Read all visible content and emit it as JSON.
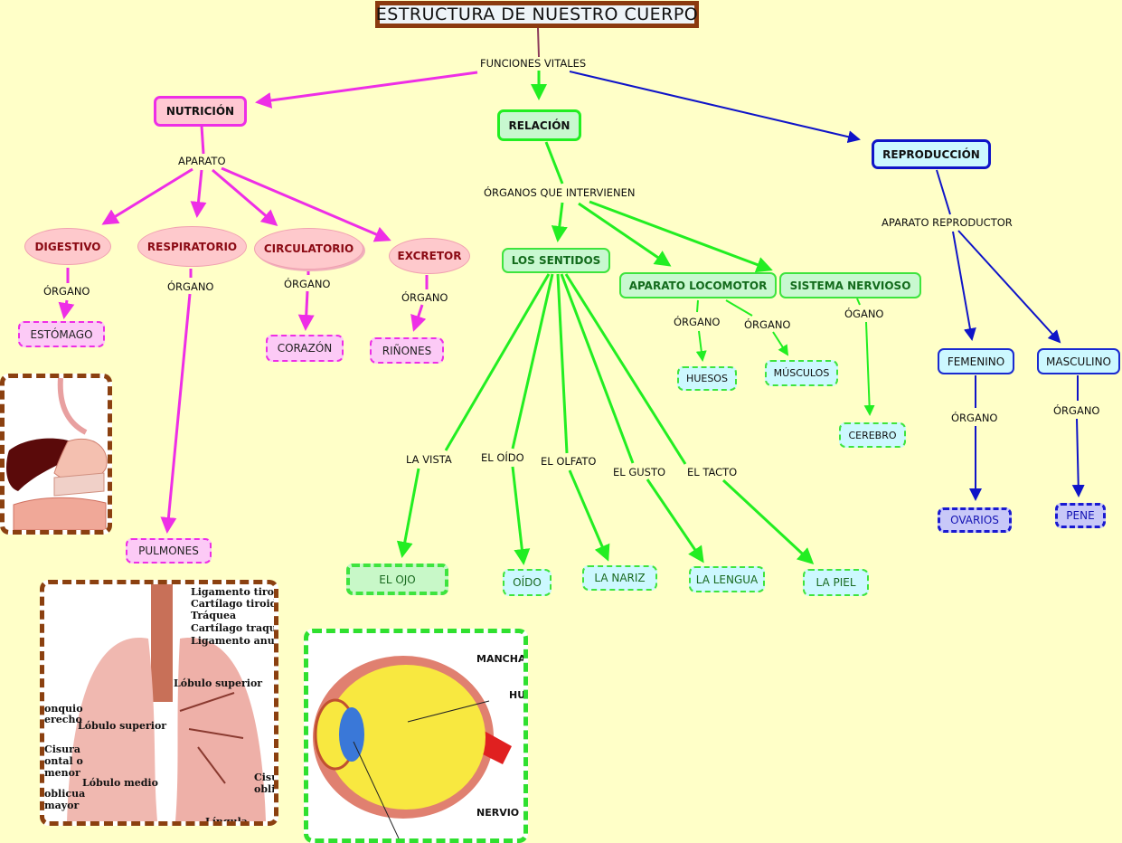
{
  "title": "ESTRUCTURA DE NUESTRO CUERPO",
  "root_link": "FUNCIONES VITALES",
  "colors": {
    "background": "#ffffc8",
    "nutricion": "#ee2ee6",
    "relacion": "#22ee22",
    "reproduccion": "#0f14c8",
    "title_border": "#8b3a0f"
  },
  "nutricion": {
    "label": "NUTRICIÓN",
    "link": "APARATO",
    "aparatos": [
      {
        "label": "DIGESTIVO",
        "link": "ÓRGANO",
        "organ": "ESTÓMAGO"
      },
      {
        "label": "RESPIRATORIO",
        "link": "ÓRGANO",
        "organ": "PULMONES"
      },
      {
        "label": "CIRCULATORIO",
        "link": "ÓRGANO",
        "organ": "CORAZÓN"
      },
      {
        "label": "EXCRETOR",
        "link": "ÓRGANO",
        "organ": "RIÑONES"
      }
    ]
  },
  "relacion": {
    "label": "RELACIÓN",
    "link": "ÓRGANOS QUE INTERVIENEN",
    "sentidos": {
      "label": "LOS SENTIDOS",
      "items": [
        {
          "link": "LA VISTA",
          "organ": "EL OJO"
        },
        {
          "link": "EL OÍDO",
          "organ": "OÍDO"
        },
        {
          "link": "EL OLFATO",
          "organ": "LA NARIZ"
        },
        {
          "link": "EL GUSTO",
          "organ": "LA LENGUA"
        },
        {
          "link": "EL TACTO",
          "organ": "LA PIEL"
        }
      ]
    },
    "locomotor": {
      "label": "APARATO LOCOMOTOR",
      "items": [
        {
          "link": "ÓRGANO",
          "organ": "HUESOS"
        },
        {
          "link": "ÓRGANO",
          "organ": "MÚSCULOS"
        }
      ]
    },
    "nervioso": {
      "label": "SISTEMA NERVIOSO",
      "link": "ÓGANO",
      "organ": "CEREBRO"
    }
  },
  "reproduccion": {
    "label": "REPRODUCCIÓN",
    "link": "APARATO REPRODUCTOR",
    "items": [
      {
        "label": "FEMENINO",
        "link": "ÓRGANO",
        "organ": "OVARIOS"
      },
      {
        "label": "MASCULINO",
        "link": "ÓRGANO",
        "organ": "PENE"
      }
    ]
  },
  "images": {
    "digestive": {
      "name": "aparato digestivo"
    },
    "lungs": {
      "labels": [
        "Ligamento tirohio",
        "Cartílago tiroides",
        "Tráquea",
        "Cartílago traquea",
        "Ligamento anular",
        "Lóbulo superior",
        "onquio",
        "erecho",
        "Lóbulo superior",
        "Cisura",
        "ontal o",
        "menor",
        "Lóbulo medio",
        "oblicua",
        "mayor",
        "Cisu",
        "oblic",
        "Língula"
      ]
    },
    "eye": {
      "labels": [
        "MANCHA",
        "HUM",
        "NERVIO"
      ]
    }
  }
}
